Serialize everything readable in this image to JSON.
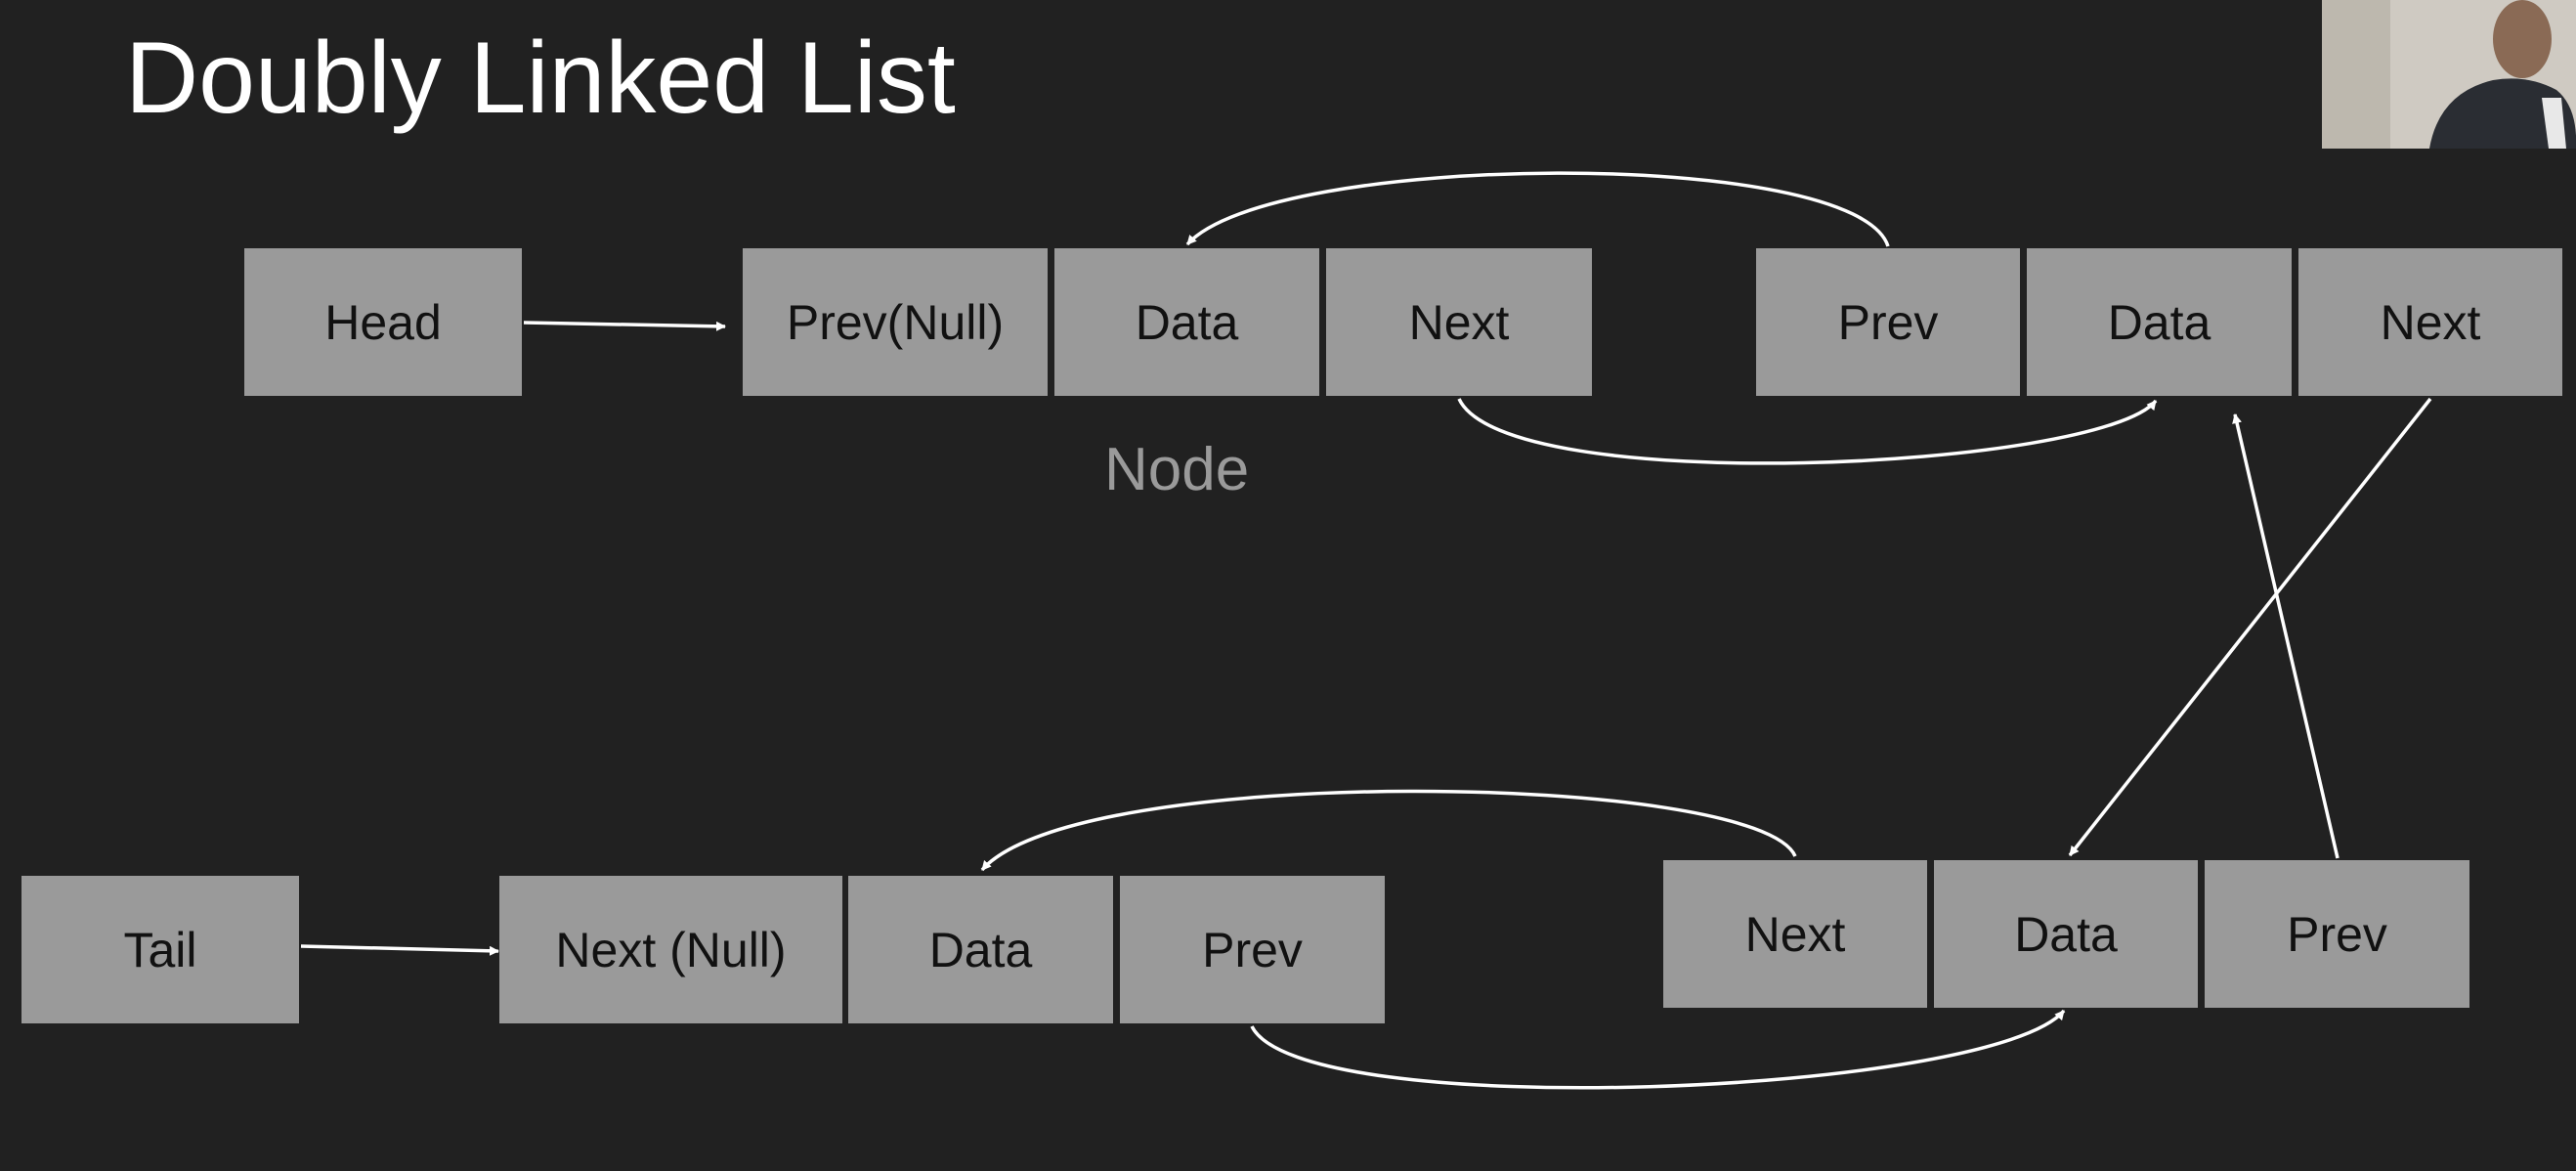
{
  "title": "Doubly Linked List",
  "node_caption": "Node",
  "head_label": "Head",
  "tail_label": "Tail",
  "node1": {
    "prev": "Prev(Null)",
    "data": "Data",
    "next": "Next"
  },
  "node2": {
    "prev": "Prev",
    "data": "Data",
    "next": "Next"
  },
  "node3": {
    "next": "Next",
    "data": "Data",
    "prev": "Prev"
  },
  "node4": {
    "next": "Next (Null)",
    "data": "Data",
    "prev": "Prev"
  },
  "colors": {
    "background": "#212121",
    "box": "#9a9a9a",
    "text": "#111111",
    "arrow": "#ffffff"
  }
}
